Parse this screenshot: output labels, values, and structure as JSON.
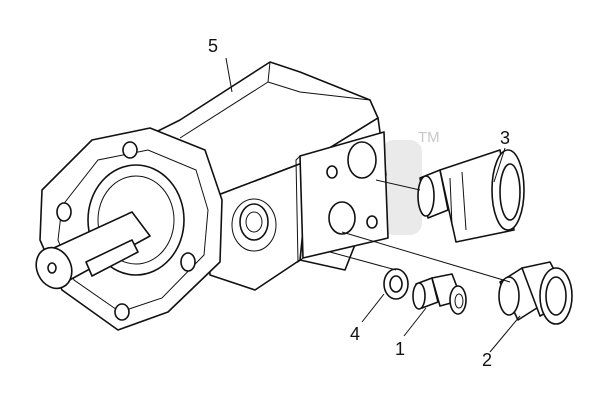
{
  "labels": {
    "part_1": "1",
    "part_2": "2",
    "part_3": "3",
    "part_4": "4",
    "part_5": "5"
  },
  "watermark": {
    "trademark": "TM"
  },
  "colors": {
    "line": "#111111",
    "watermark": "#d8d8d8",
    "background": "#ffffff"
  }
}
